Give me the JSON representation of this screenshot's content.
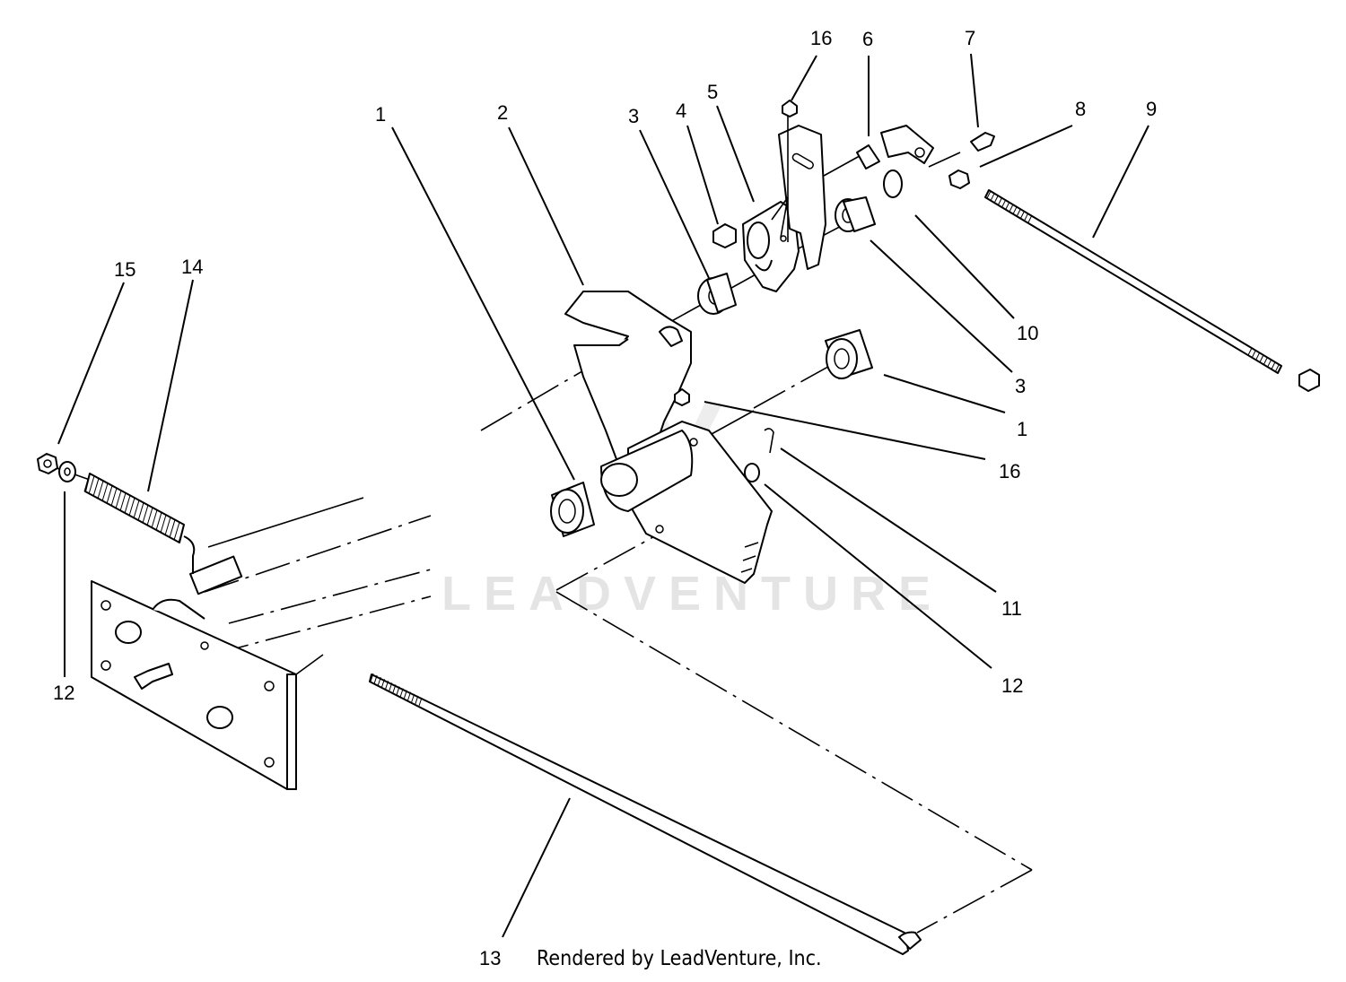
{
  "diagram": {
    "callouts": [
      {
        "id": "c1a",
        "label": "1"
      },
      {
        "id": "c2",
        "label": "2"
      },
      {
        "id": "c3a",
        "label": "3"
      },
      {
        "id": "c4",
        "label": "4"
      },
      {
        "id": "c5",
        "label": "5"
      },
      {
        "id": "c16a",
        "label": "16"
      },
      {
        "id": "c6",
        "label": "6"
      },
      {
        "id": "c7",
        "label": "7"
      },
      {
        "id": "c8",
        "label": "8"
      },
      {
        "id": "c9",
        "label": "9"
      },
      {
        "id": "c10",
        "label": "10"
      },
      {
        "id": "c3b",
        "label": "3"
      },
      {
        "id": "c1b",
        "label": "1"
      },
      {
        "id": "c16b",
        "label": "16"
      },
      {
        "id": "c11",
        "label": "11"
      },
      {
        "id": "c12a",
        "label": "12"
      },
      {
        "id": "c15",
        "label": "15"
      },
      {
        "id": "c14",
        "label": "14"
      },
      {
        "id": "c12b",
        "label": "12"
      },
      {
        "id": "c13",
        "label": "13"
      }
    ],
    "watermark": "LEADVENTURE",
    "footer": "Rendered by LeadVenture, Inc."
  }
}
